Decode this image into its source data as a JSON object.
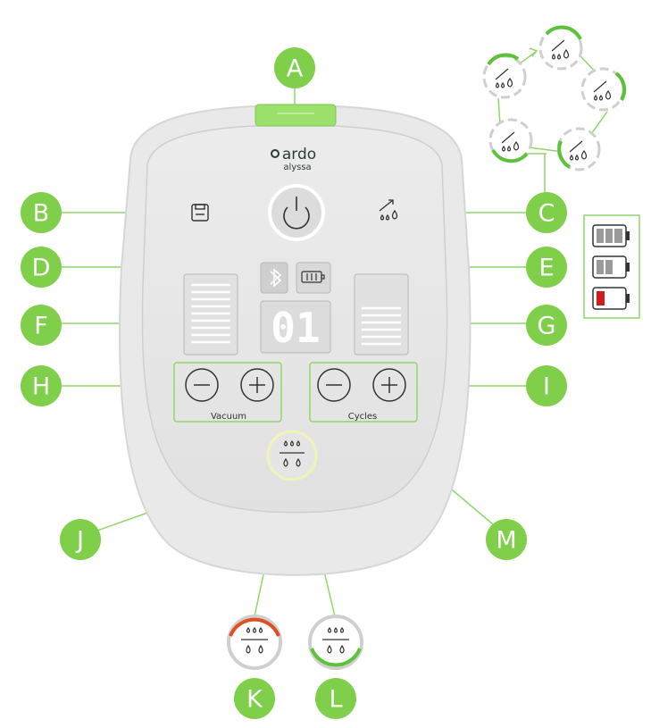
{
  "device": {
    "brand": "ardo",
    "model": "alyssa",
    "display_value": "01",
    "vacuum_label": "Vacuum",
    "cycles_label": "Cycles"
  },
  "callouts": {
    "a": "A",
    "b": "B",
    "c": "C",
    "d": "D",
    "e": "E",
    "f": "F",
    "g": "G",
    "h": "H",
    "i": "I",
    "j": "J",
    "k": "K",
    "l": "L",
    "m": "M"
  },
  "colors": {
    "callout_green": "#7fcf4a",
    "leader_line": "#8fd66a",
    "battery_low": "#d21c1c",
    "ring_orange": "#e04e22",
    "ring_green": "#5cc23a"
  },
  "icons": {
    "power": "power-icon",
    "memory": "floppy-disk-icon",
    "mode": "drops-arrow-icon",
    "bluetooth": "bluetooth-icon",
    "battery": "battery-icon",
    "minus": "minus-icon",
    "plus": "plus-icon",
    "phase": "phase-drops-icon"
  }
}
